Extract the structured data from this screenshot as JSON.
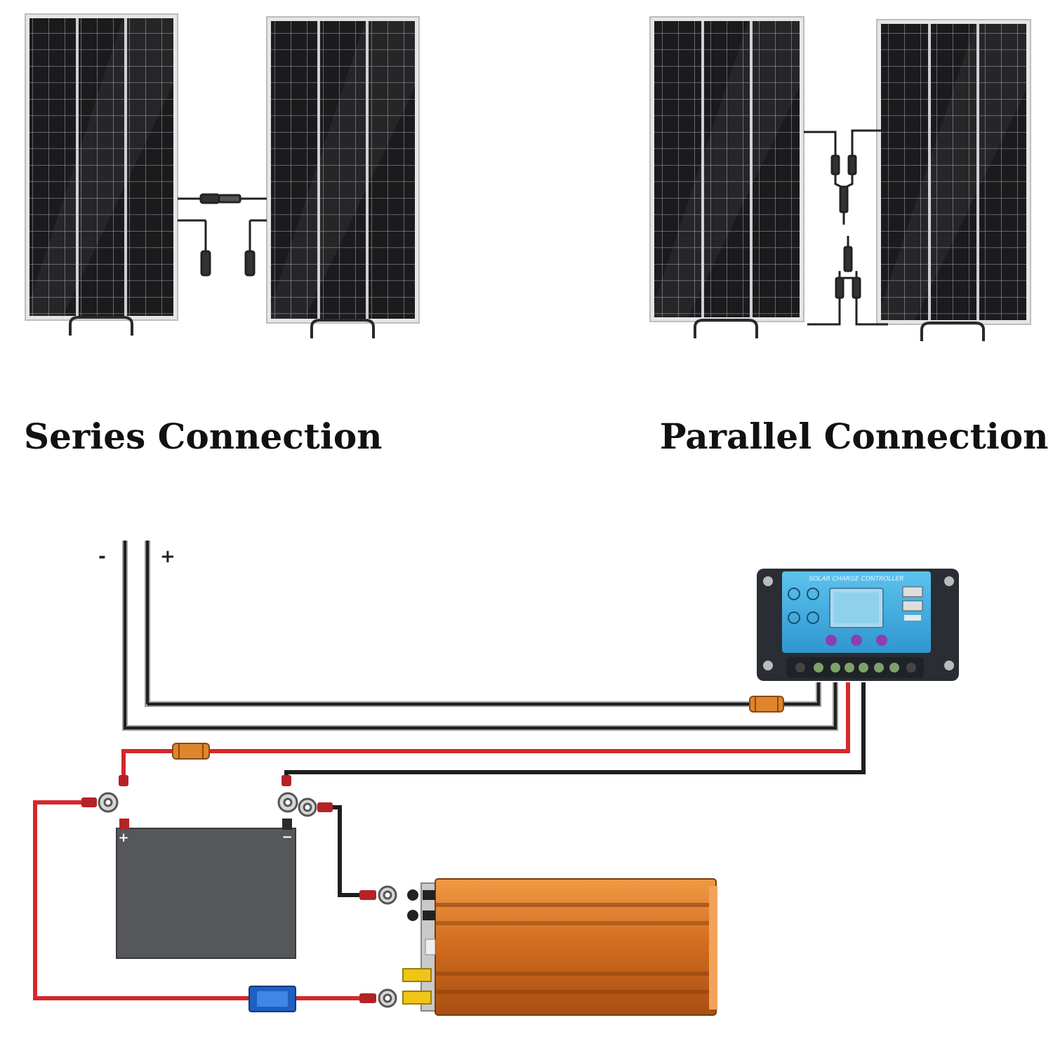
{
  "captions": {
    "series": "Series Connection",
    "parallel": "Parallel Connection"
  },
  "wire_labels": {
    "negative": "-",
    "positive": "+"
  },
  "battery": {
    "positive": "+",
    "negative": "−"
  },
  "controller": {
    "title": "SOLAR CHARGE CONTROLLER"
  },
  "colors": {
    "panel": "#1c1c1e",
    "panel_frame": "#dcdcdc",
    "wire_positive": "#d4282c",
    "wire_negative": "#1e1e1e",
    "controller_face": "#4fb6e6",
    "controller_body": "#2a2d33",
    "battery": "#55575a",
    "inverter": "#e07a2a",
    "fuse": "#e0852e",
    "breaker": "#1f5fc0"
  }
}
